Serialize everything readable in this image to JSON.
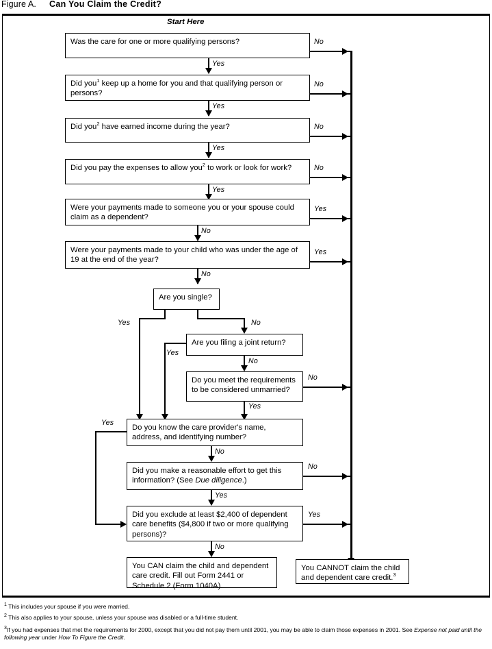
{
  "figure": {
    "label": "Figure A.",
    "title": "Can You Claim the Credit?",
    "start_here": "Start Here"
  },
  "nodes": {
    "q1": "Was the care for one or more qualifying persons?",
    "q2_a": "Did you",
    "q2_sup": "1",
    "q2_b": " keep up a home for you and that qualifying person or persons?",
    "q3_a": "Did you",
    "q3_sup": "2",
    "q3_b": " have earned income during the year?",
    "q4_a": "Did you pay the expenses to allow you",
    "q4_sup": "2",
    "q4_b": " to work or look for work?",
    "q5": "Were your payments made to someone you or your spouse could claim as a dependent?",
    "q6": "Were your payments made to your child who was under the age of 19 at the end of the year?",
    "q7": "Are you single?",
    "q8": "Are you filing a joint return?",
    "q9": "Do you meet the requirements to be considered unmarried?",
    "q10": "Do you know the care provider's name, address, and identifying number?",
    "q11_a": "Did you make a reasonable effort to get this information? (See ",
    "q11_ital": "Due diligence",
    "q11_b": ".)",
    "q12": "Did you exclude at least $2,400 of dependent care benefits ($4,800 if two or more qualifying persons)?",
    "result_can": "You CAN claim the child and dependent care credit. Fill out Form 2441 or Schedule 2 (Form 1040A).",
    "result_cannot_a": "You CANNOT claim the child and dependent care credit.",
    "result_cannot_sup": "3"
  },
  "edges": {
    "yes": "Yes",
    "no": "No"
  },
  "footnotes": {
    "f1_sup": "1",
    "f1": "This includes your spouse if you were married.",
    "f2_sup": "2",
    "f2": "This also applies to your spouse, unless your spouse was disabled or a full-time student.",
    "f3_sup": "3",
    "f3_a": "If you had expenses that met the requirements for 2000, except that you did not pay them until 2001, you may be able to claim those expenses in 2001. See ",
    "f3_ital1": "Expense not paid until the following year",
    "f3_mid": " under ",
    "f3_ital2": "How To Figure the Credit",
    "f3_b": "."
  },
  "colors": {
    "line": "#000000",
    "background": "#ffffff"
  }
}
